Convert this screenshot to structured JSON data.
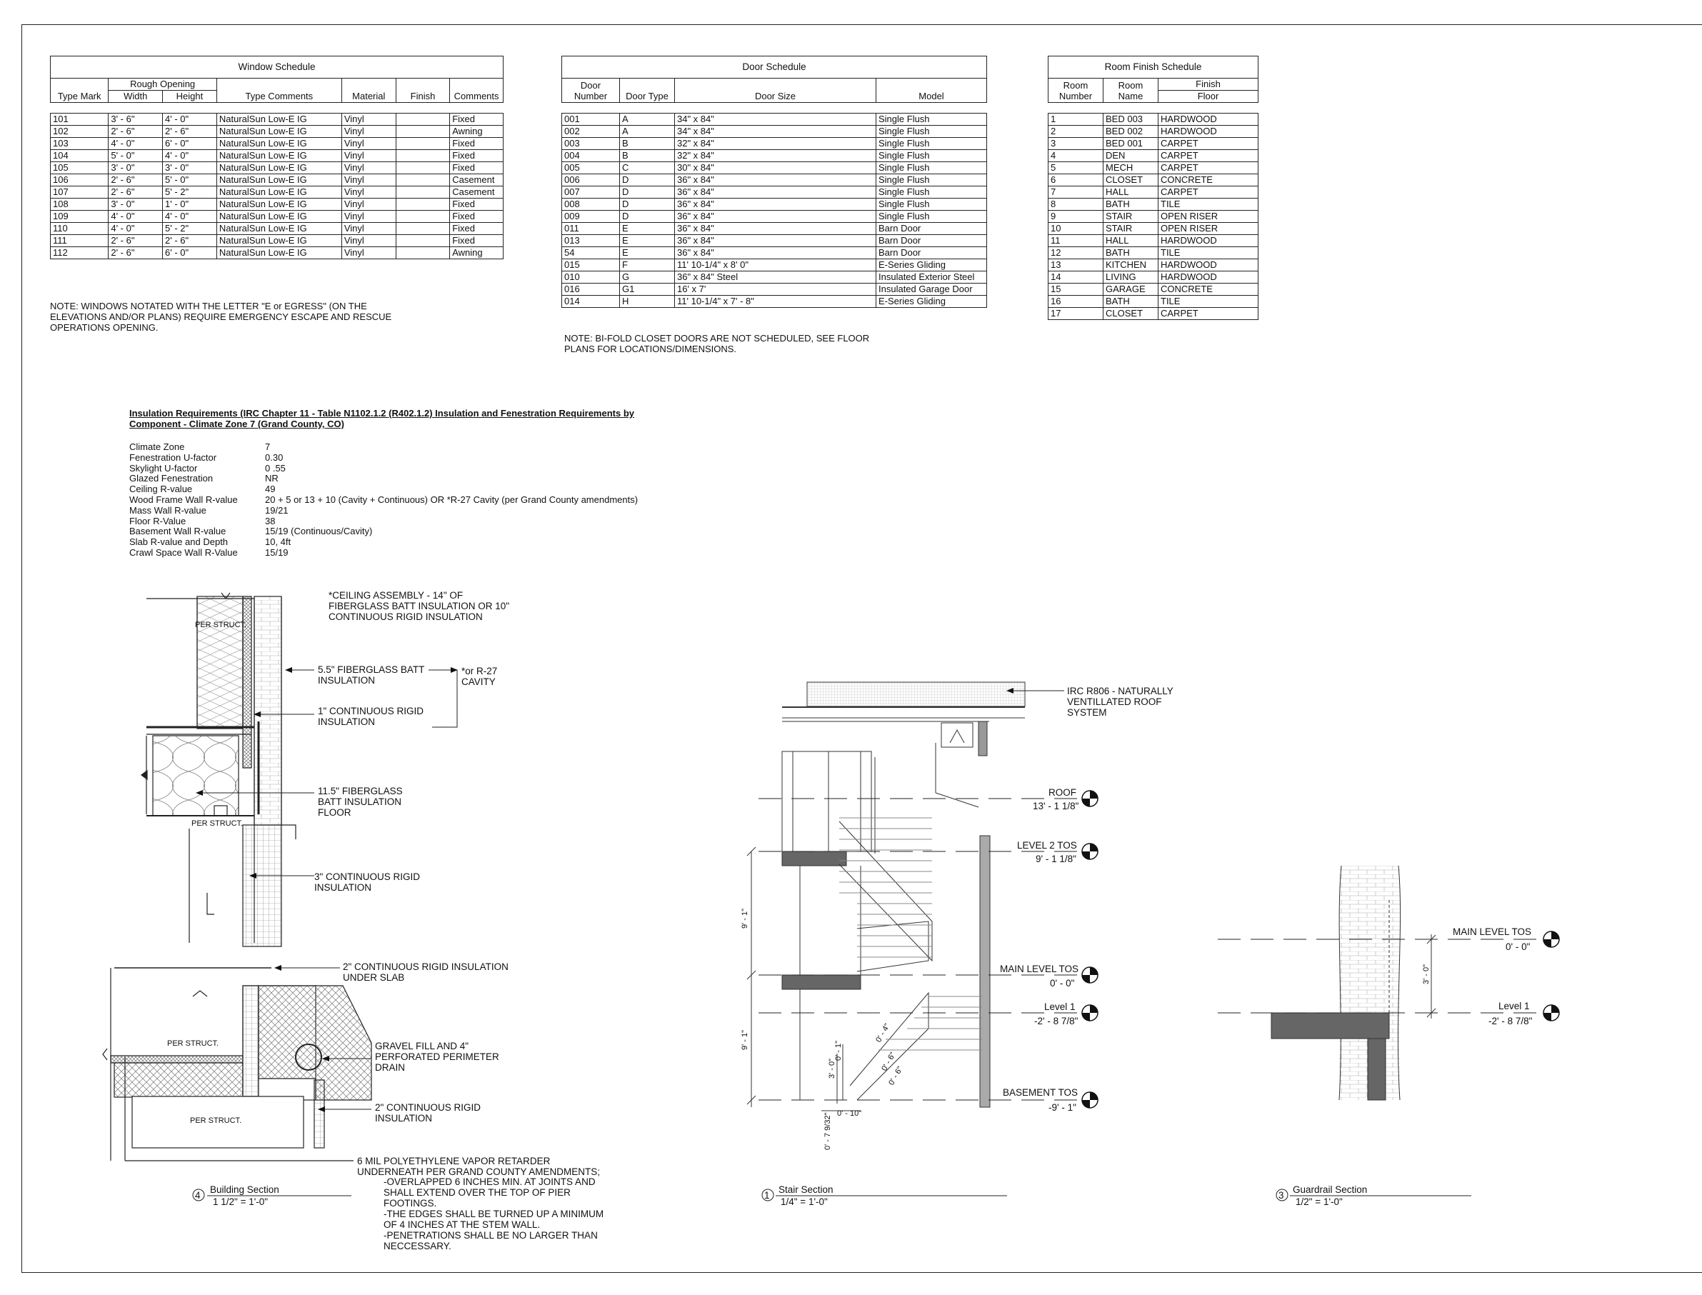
{
  "window_schedule": {
    "title": "Window Schedule",
    "rough_opening": "Rough Opening",
    "headers": [
      "Type Mark",
      "Width",
      "Height",
      "Type Comments",
      "Material",
      "Finish",
      "Comments"
    ],
    "rows": [
      [
        "101",
        "3' - 6\"",
        "4' - 0\"",
        "NaturalSun Low-E IG",
        "Vinyl",
        "",
        "Fixed"
      ],
      [
        "102",
        "2' - 6\"",
        "2' - 6\"",
        "NaturalSun Low-E IG",
        "Vinyl",
        "",
        "Awning"
      ],
      [
        "103",
        "4' - 0\"",
        "6' - 0\"",
        "NaturalSun Low-E IG",
        "Vinyl",
        "",
        "Fixed"
      ],
      [
        "104",
        "5' - 0\"",
        "4' - 0\"",
        "NaturalSun Low-E IG",
        "Vinyl",
        "",
        "Fixed"
      ],
      [
        "105",
        "3' - 0\"",
        "3' - 0\"",
        "NaturalSun Low-E IG",
        "Vinyl",
        "",
        "Fixed"
      ],
      [
        "106",
        "2' - 6\"",
        "5' - 0\"",
        "NaturalSun Low-E IG",
        "Vinyl",
        "",
        "Casement"
      ],
      [
        "107",
        "2' - 6\"",
        "5' - 2\"",
        "NaturalSun Low-E IG",
        "Vinyl",
        "",
        "Casement"
      ],
      [
        "108",
        "3' - 0\"",
        "1' - 0\"",
        "NaturalSun Low-E IG",
        "Vinyl",
        "",
        "Fixed"
      ],
      [
        "109",
        "4' - 0\"",
        "4' - 0\"",
        "NaturalSun Low-E IG",
        "Vinyl",
        "",
        "Fixed"
      ],
      [
        "110",
        "4' - 0\"",
        "5' - 2\"",
        "NaturalSun Low-E IG",
        "Vinyl",
        "",
        "Fixed"
      ],
      [
        "111",
        "2' - 6\"",
        "2' - 6\"",
        "NaturalSun Low-E IG",
        "Vinyl",
        "",
        "Fixed"
      ],
      [
        "112",
        "2' - 6\"",
        "6' - 0\"",
        "NaturalSun Low-E IG",
        "Vinyl",
        "",
        "Awning"
      ]
    ],
    "note": "NOTE: WINDOWS NOTATED WITH THE LETTER \"E or EGRESS\" (ON THE\nELEVATIONS AND/OR PLANS) REQUIRE EMERGENCY ESCAPE AND RESCUE\nOPERATIONS OPENING."
  },
  "door_schedule": {
    "title": "Door Schedule",
    "headers": [
      "Door\nNumber",
      "Door Type",
      "Door Size",
      "Model"
    ],
    "rows": [
      [
        "001",
        "A",
        "34\" x 84\"",
        "Single Flush"
      ],
      [
        "002",
        "A",
        "34\" x 84\"",
        "Single Flush"
      ],
      [
        "003",
        "B",
        "32\" x 84\"",
        "Single Flush"
      ],
      [
        "004",
        "B",
        "32\" x 84\"",
        "Single Flush"
      ],
      [
        "005",
        "C",
        "30\" x 84\"",
        "Single Flush"
      ],
      [
        "006",
        "D",
        "36\" x 84\"",
        "Single Flush"
      ],
      [
        "007",
        "D",
        "36\" x 84\"",
        "Single Flush"
      ],
      [
        "008",
        "D",
        "36\" x 84\"",
        "Single Flush"
      ],
      [
        "009",
        "D",
        "36\" x 84\"",
        "Single Flush"
      ],
      [
        "011",
        "E",
        "36\" x 84\"",
        "Barn Door"
      ],
      [
        "013",
        "E",
        "36\" x 84\"",
        "Barn Door"
      ],
      [
        "54",
        "E",
        "36\" x 84\"",
        "Barn Door"
      ],
      [
        "015",
        "F",
        "11' 10-1/4\" x 8' 0\"",
        "E-Series Gliding"
      ],
      [
        "010",
        "G",
        "36\" x 84\" Steel",
        "Insulated Exterior Steel"
      ],
      [
        "016",
        "G1",
        "16' x 7'",
        "Insulated Garage Door"
      ],
      [
        "014",
        "H",
        "11' 10-1/4\" x 7' - 8\"",
        "E-Series Gliding"
      ]
    ],
    "note": "NOTE: BI-FOLD CLOSET DOORS ARE NOT SCHEDULED, SEE FLOOR\nPLANS FOR LOCATIONS/DIMENSIONS."
  },
  "room_schedule": {
    "title": "Room Finish Schedule",
    "finish_group": "Finish",
    "headers": [
      "Room\nNumber",
      "Room\nName",
      "Floor"
    ],
    "rows": [
      [
        "1",
        "BED 003",
        "HARDWOOD"
      ],
      [
        "2",
        "BED 002",
        "HARDWOOD"
      ],
      [
        "3",
        "BED 001",
        "CARPET"
      ],
      [
        "4",
        "DEN",
        "CARPET"
      ],
      [
        "5",
        "MECH",
        "CARPET"
      ],
      [
        "6",
        "CLOSET",
        "CONCRETE"
      ],
      [
        "7",
        "HALL",
        "CARPET"
      ],
      [
        "8",
        "BATH",
        "TILE"
      ],
      [
        "9",
        "STAIR",
        "OPEN RISER"
      ],
      [
        "10",
        "STAIR",
        "OPEN RISER"
      ],
      [
        "11",
        "HALL",
        "HARDWOOD"
      ],
      [
        "12",
        "BATH",
        "TILE"
      ],
      [
        "13",
        "KITCHEN",
        "HARDWOOD"
      ],
      [
        "14",
        "LIVING",
        "HARDWOOD"
      ],
      [
        "15",
        "GARAGE",
        "CONCRETE"
      ],
      [
        "16",
        "BATH",
        "TILE"
      ],
      [
        "17",
        "CLOSET",
        "CARPET"
      ]
    ]
  },
  "insulation": {
    "heading": "Insulation Requirements (IRC Chapter 11 - Table N1102.1.2 (R402.1.2) Insulation and Fenestration Requirements by\nComponent - Climate Zone 7 (Grand County, CO)",
    "rows": [
      [
        "Climate Zone",
        "7"
      ],
      [
        "Fenestration U-factor",
        "0.30"
      ],
      [
        "Skylight U-factor",
        "0 .55"
      ],
      [
        "Glazed Fenestration",
        "NR"
      ],
      [
        "Ceiling R-value",
        "49"
      ],
      [
        "Wood Frame Wall R-value",
        "20 + 5 or 13 + 10 (Cavity + Continuous) OR *R-27 Cavity (per Grand County amendments)"
      ],
      [
        "Mass Wall R-value",
        "19/21"
      ],
      [
        "Floor R-Value",
        "38"
      ],
      [
        "Basement Wall R-value",
        "15/19 (Continuous/Cavity)"
      ],
      [
        "Slab R-value and Depth",
        "10, 4ft"
      ],
      [
        "Crawl Space Wall R-Value",
        "15/19"
      ]
    ]
  },
  "building_section": {
    "number": "4",
    "title": "Building Section",
    "scale": "1 1/2\" = 1'-0\"",
    "per_struct": "PER STRUCT.",
    "per_struct_upper": "PER STRUCT.",
    "notes": {
      "ceiling": "*CEILING ASSEMBLY - 14\" OF\nFIBERGLASS BATT INSULATION OR 10\"\nCONTINUOUS RIGID INSULATION",
      "batt55": "5.5\" FIBERGLASS BATT\nINSULATION",
      "r27": "*or R-27\nCAVITY",
      "rigid1": "1\" CONTINUOUS RIGID\nINSULATION",
      "batt115": "11.5\" FIBERGLASS\nBATT INSULATION\nFLOOR",
      "rigid3": "3\" CONTINUOUS RIGID\nINSULATION",
      "rigid2_slab": "2\" CONTINUOUS RIGID INSULATION\nUNDER SLAB",
      "gravel": "GRAVEL FILL AND 4\"\nPERFORATED PERIMETER\nDRAIN",
      "rigid2": "2\" CONTINUOUS RIGID\nINSULATION",
      "poly_head": "6 MIL POLYETHYLENE VAPOR RETARDER\nUNDERNEATH PER GRAND COUNTY AMENDMENTS;",
      "poly_body": "-OVERLAPPED 6 INCHES MIN. AT JOINTS AND\nSHALL EXTEND OVER THE TOP OF PIER\nFOOTINGS.\n-THE EDGES SHALL BE TURNED UP A MINIMUM\nOF 4 INCHES AT THE STEM WALL.\n-PENETRATIONS SHALL BE NO LARGER THAN\nNECCESSARY."
    }
  },
  "stair_section": {
    "number": "1",
    "title": "Stair Section",
    "scale": "1/4\" = 1'-0\"",
    "roof_note": "IRC R806 - NATURALLY\nVENTILLATED ROOF\nSYSTEM",
    "levels": [
      {
        "name": "ROOF",
        "elev": "13' - 1 1/8\""
      },
      {
        "name": "LEVEL 2 TOS",
        "elev": "9' - 1 1/8\""
      },
      {
        "name": "MAIN LEVEL TOS",
        "elev": "0' - 0\""
      },
      {
        "name": "Level 1",
        "elev": "-2' - 8 7/8\""
      },
      {
        "name": "BASEMENT TOS",
        "elev": "-9' - 1\""
      }
    ],
    "dims": {
      "upper": "9' - 1\"",
      "lower": "9' - 1\"",
      "rail": "3' - 0\"",
      "d1": "0' - 1\"",
      "d2": "0' - 4\"",
      "d3": "0' - 6\"",
      "d4": "0' - 6\"",
      "d5": "0' - 10\"",
      "d6": "0' - 7 9/32\""
    }
  },
  "guardrail_section": {
    "number": "3",
    "title": "Guardrail Section",
    "scale": "1/2\" = 1'-0\"",
    "levels": [
      {
        "name": "MAIN LEVEL TOS",
        "elev": "0' - 0\""
      },
      {
        "name": "Level 1",
        "elev": "-2' - 8 7/8\""
      }
    ],
    "dim": "3' - 0\""
  }
}
